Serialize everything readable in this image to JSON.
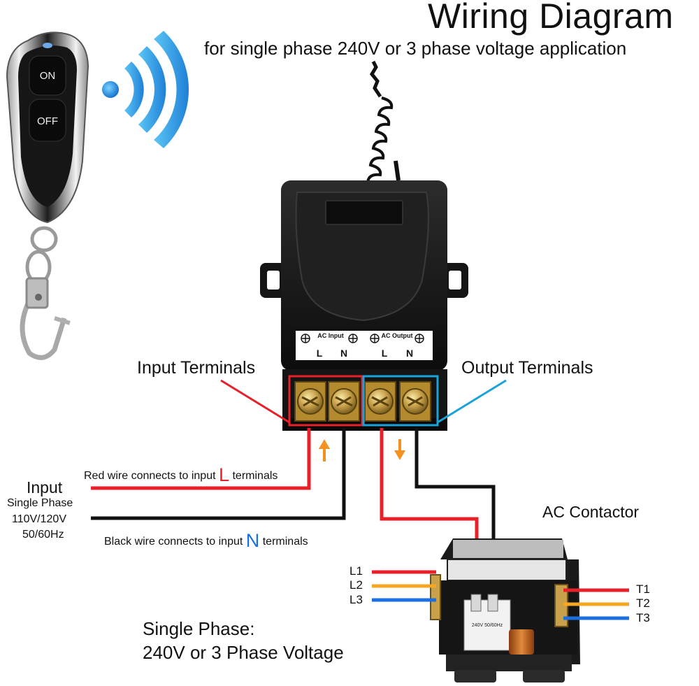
{
  "title": "Wiring Diagram",
  "subtitle": "for single phase 240V or 3 phase voltage application",
  "remote": {
    "on_label": "ON",
    "off_label": "OFF"
  },
  "receiver": {
    "input_block": "AC Input",
    "output_block": "AC Output",
    "l": "L",
    "n": "N"
  },
  "labels": {
    "input_terminals": "Input Terminals",
    "output_terminals": "Output Terminals",
    "input": "Input",
    "single_phase": "Single Phase",
    "voltage": "110V/120V",
    "frequency": "50/60Hz",
    "ac_contactor": "AC Contactor",
    "bottom_line1": "Single Phase:",
    "bottom_line2": "240V or 3 Phase Voltage"
  },
  "notes": {
    "red_prefix": "Red wire connects to input",
    "red_letter": "L",
    "black_prefix": "Black wire connects to input",
    "black_letter": "N",
    "suffix": "terminals"
  },
  "contactor": {
    "coil_label": "240V 50/60Hz",
    "line_labels": [
      "L1",
      "L2",
      "L3"
    ],
    "load_labels": [
      "T1",
      "T2",
      "T3"
    ]
  },
  "colors": {
    "red_wire": "#e8202a",
    "black_wire": "#111111",
    "orange_wire": "#f5a623",
    "blue_wire": "#1b6fe0",
    "input_box": "#e8202a",
    "output_box": "#1aa3d9",
    "arrow": "#f39221"
  }
}
